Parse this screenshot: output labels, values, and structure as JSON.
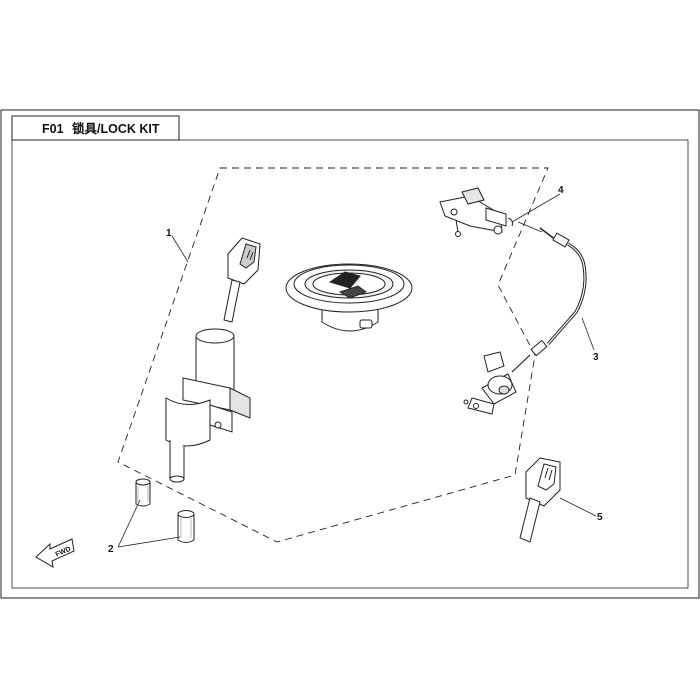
{
  "diagram": {
    "code": "F01",
    "title": "锁具/LOCK KIT",
    "direction_label": "FWD",
    "callouts": [
      {
        "id": "1",
        "label": "1"
      },
      {
        "id": "2",
        "label": "2"
      },
      {
        "id": "3",
        "label": "3"
      },
      {
        "id": "4",
        "label": "4"
      },
      {
        "id": "5",
        "label": "5"
      }
    ]
  },
  "colors": {
    "line": "#222222",
    "part_fill": "#ffffff",
    "shade": "#d8d8d8",
    "dark": "#555555"
  }
}
